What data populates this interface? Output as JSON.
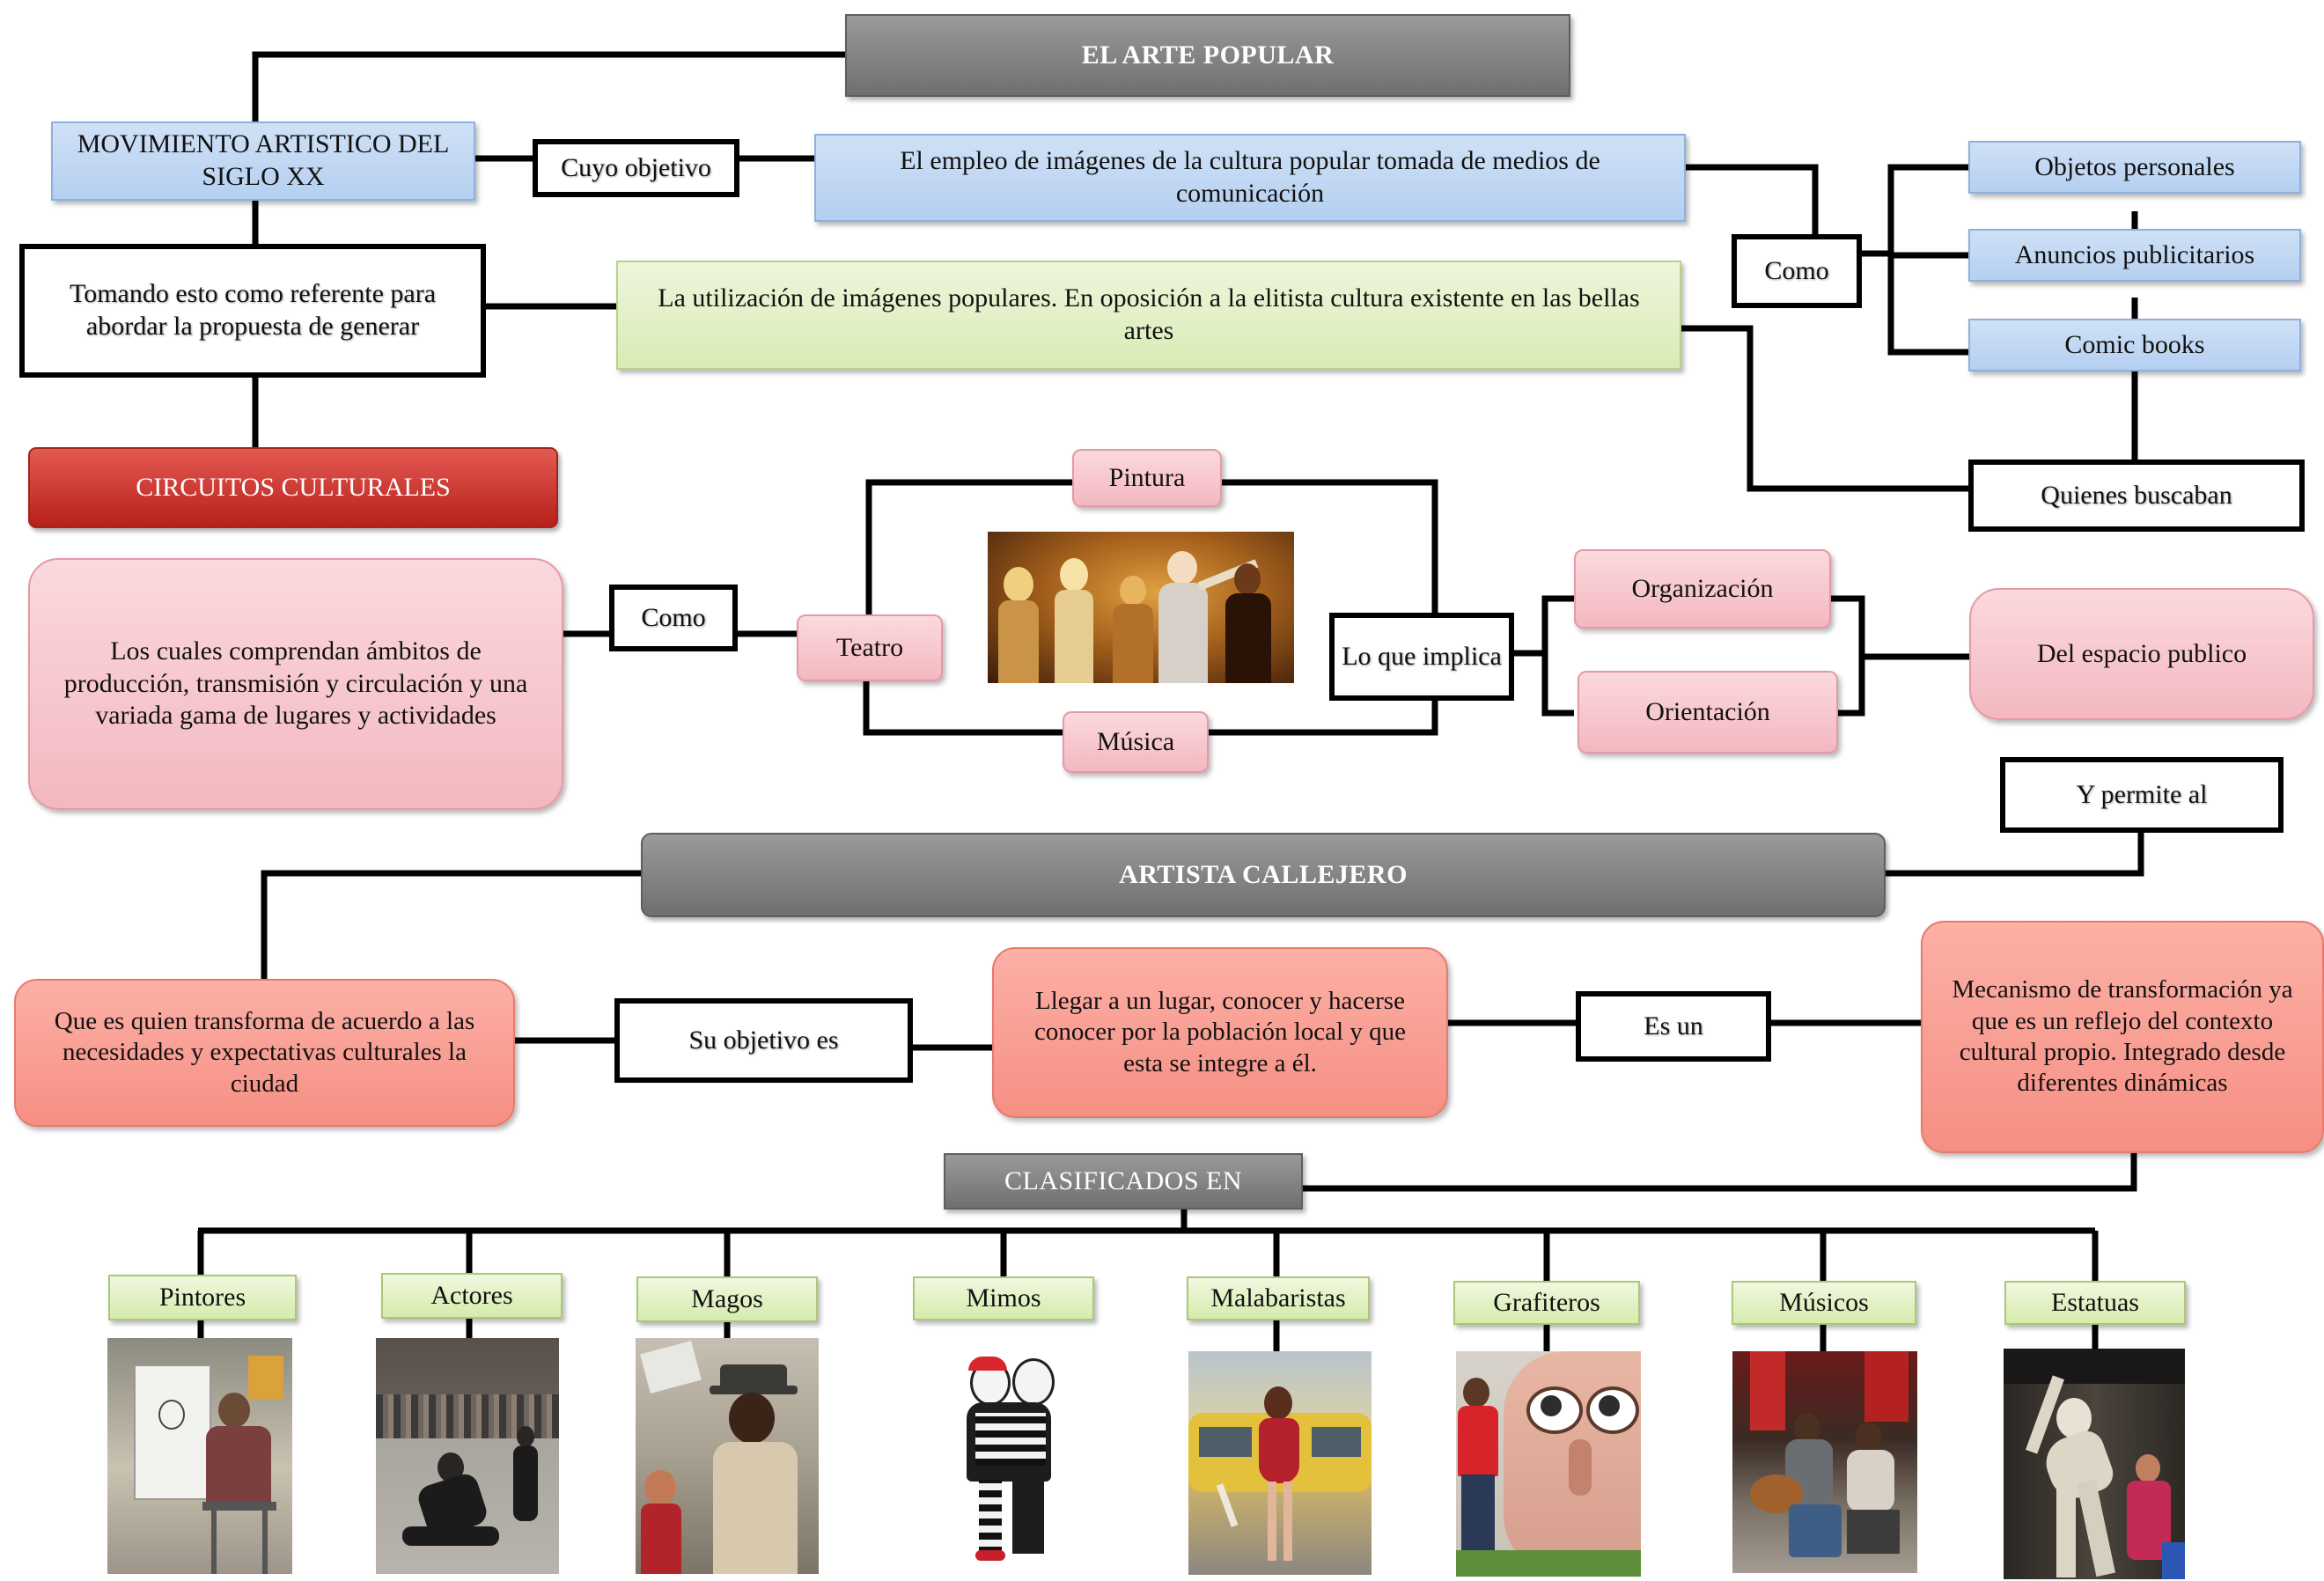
{
  "nodes": {
    "arte_popular": "EL ARTE POPULAR",
    "movimiento": "MOVIMIENTO ARTISTICO DEL SIGLO XX",
    "cuyo_objetivo": "Cuyo objetivo",
    "empleo": "El empleo de imágenes de la cultura popular tomada de medios de comunicación",
    "tomando": "Tomando esto como referente para abordar la propuesta de generar",
    "utilizacion": "La utilización de imágenes populares. En oposición a la elitista cultura existente en las bellas artes",
    "como_1": "Como",
    "objetos": "Objetos personales",
    "anuncios": "Anuncios publicitarios",
    "comic": "Comic  books",
    "quienes": "Quienes buscaban",
    "circuitos": "CIRCUITOS CULTURALES",
    "los_cuales": "Los cuales comprendan ámbitos de producción, transmisión y circulación y una variada gama de lugares  y actividades",
    "como_2": "Como",
    "teatro": "Teatro",
    "pintura": "Pintura",
    "musica": "Música",
    "lo_que_implica": "Lo que implica",
    "organizacion": "Organización",
    "orientacion": "Orientación",
    "espacio": "Del  espacio publico",
    "y_permite": "Y permite al",
    "artista": "ARTISTA CALLEJERO",
    "que_es": "Que es quien  transforma de acuerdo a las necesidades  y expectativas culturales la ciudad",
    "su_objetivo": "Su objetivo es",
    "llegar": "Llegar a un lugar, conocer y hacerse conocer por la población local y que esta se integre a él.",
    "es_un": "Es un",
    "mecanismo": "Mecanismo de transformación ya que es un reflejo del contexto cultural propio. Integrado desde diferentes dinámicas",
    "clasificados": "CLASIFICADOS EN"
  },
  "categories": [
    "Pintores",
    "Actores",
    "Magos",
    "Mimos",
    "Malabaristas",
    "Grafiteros",
    "Músicos",
    "Estatuas"
  ],
  "colors": {
    "header_gray": "#7f7f7f",
    "blue": "#c6dbf3",
    "green": "#e3f0c8",
    "pink": "#f7c6cd",
    "salmon": "#f89e93",
    "red": "#d13a33",
    "line": "#000000"
  }
}
